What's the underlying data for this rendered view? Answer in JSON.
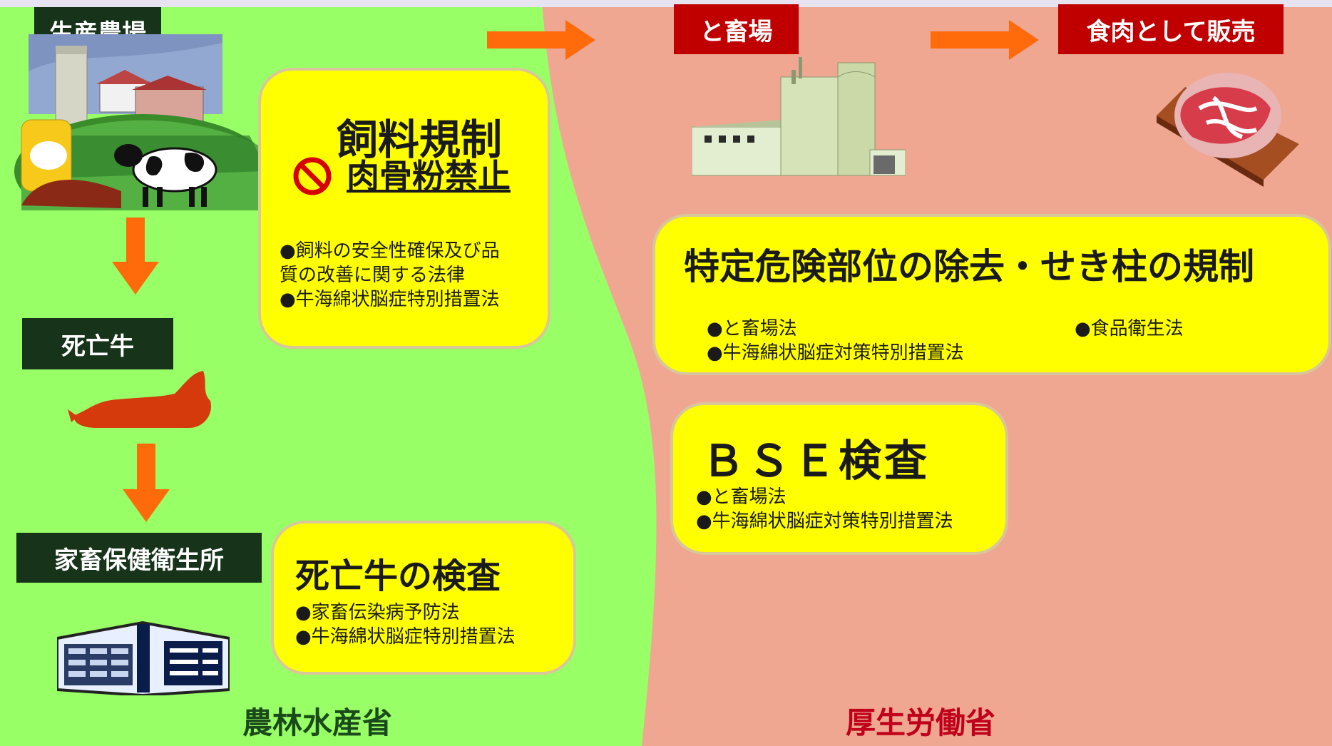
{
  "colors": {
    "green_zone": "#99ff66",
    "pink_zone": "#efa792",
    "yellow_box": "#ffff00",
    "dark_label": "#17331a",
    "red_label": "#c00000",
    "arrow": "#ff6a0a",
    "maff_text": "#1a4a1a",
    "mhlw_text": "#c0001a"
  },
  "labels": {
    "farm": "生産農場",
    "dead_cattle": "死亡牛",
    "health_center": "家畜保健衛生所",
    "slaughterhouse": "と畜場",
    "sale": "食肉として販売"
  },
  "feed_box": {
    "title": "飼料規制",
    "subtitle": "肉骨粉禁止",
    "item1": "●飼料の安全性確保及び品",
    "item1b": "質の改善に関する法律",
    "item2": "●牛海綿状脳症特別措置法"
  },
  "dead_box": {
    "title": "死亡牛の検査",
    "item1": "●家畜伝染病予防法",
    "item2": "●牛海綿状脳症特別措置法"
  },
  "srm_box": {
    "title": "特定危険部位の除去・せき柱の規制",
    "item1": "●と畜場法",
    "item2": "●食品衛生法",
    "item3": "●牛海綿状脳症対策特別措置法"
  },
  "bse_box": {
    "title": "ＢＳＥ検査",
    "item1": "●と畜場法",
    "item2": "●牛海綿状脳症対策特別措置法"
  },
  "ministries": {
    "maff": "農林水産省",
    "mhlw": "厚生労働省"
  },
  "icons": [
    "farm-icon",
    "feed-bag-icon",
    "cow-icon",
    "dead-cow-icon",
    "office-building-icon",
    "factory-icon",
    "meat-icon",
    "prohibited-icon"
  ]
}
